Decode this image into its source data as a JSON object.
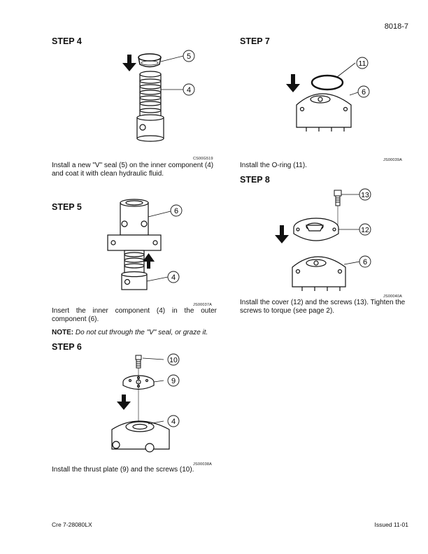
{
  "header": {
    "page_number": "8018-7"
  },
  "steps": [
    {
      "title": "STEP 4",
      "figure_code": "CS00G519",
      "text": "Install a new \"V\" seal (5) on the inner component (4) and coat it with clean hydraulic fluid.",
      "callouts": [
        "5",
        "4"
      ]
    },
    {
      "title": "STEP 5",
      "figure_code": "JS00037A",
      "text": "Insert the inner component (4) in the outer component (6).",
      "note_label": "NOTE:",
      "note_text": "Do not cut through the \"V\" seal, or graze it.",
      "callouts": [
        "6",
        "4"
      ]
    },
    {
      "title": "STEP 6",
      "figure_code": "JS00038A",
      "text": "Install the thrust plate (9) and the screws (10).",
      "callouts": [
        "10",
        "9",
        "4"
      ]
    },
    {
      "title": "STEP 7",
      "figure_code": "JS00039A",
      "text": "Install the O-ring (11).",
      "callouts": [
        "11",
        "6"
      ]
    },
    {
      "title": "STEP 8",
      "figure_code": "JS00040A",
      "text": "Install the cover (12) and the screws (13). Tighten the screws to torque (see page 2).",
      "callouts": [
        "13",
        "12",
        "6"
      ]
    }
  ],
  "footer": {
    "left": "Cre 7-28080LX",
    "right": "Issued 11-01"
  }
}
